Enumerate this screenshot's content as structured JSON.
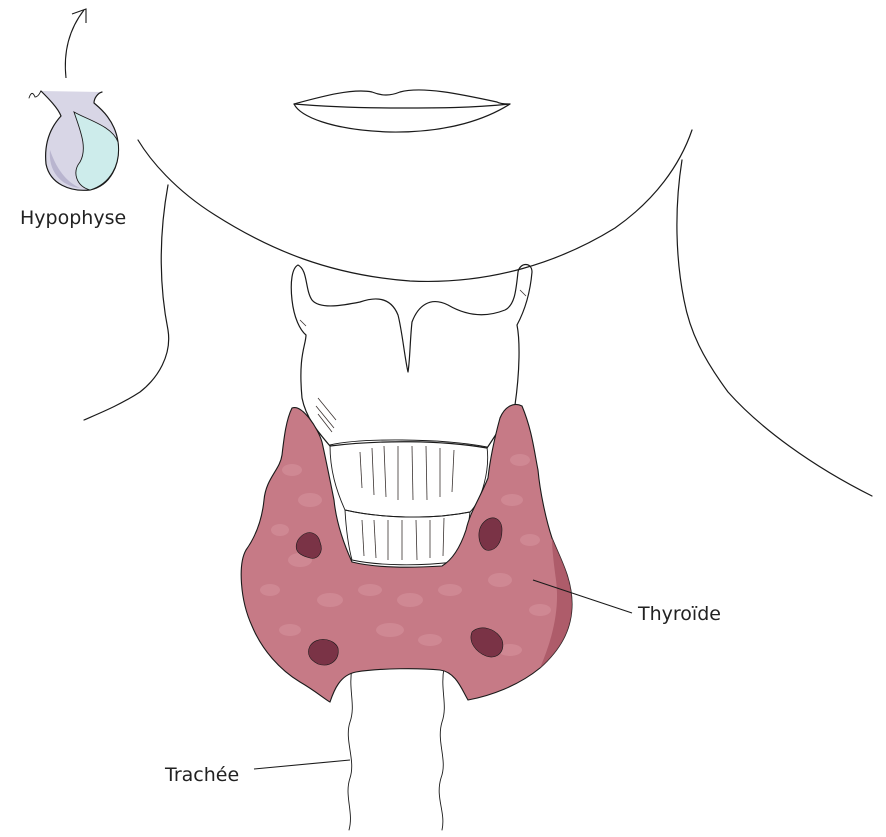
{
  "labels": {
    "pituitary": "Hypophyse",
    "thyroid": "Thyroïde",
    "trachea": "Trachée"
  },
  "colors": {
    "thyroid_fill": "#c67a86",
    "thyroid_edge": "#a85563",
    "thyroid_spot": "#7a3346",
    "cartilage_fill": "#efc69c",
    "trachea_ring": "#a69a92",
    "trachea_ring_light": "#b5aaa1",
    "pituitary_main": "#d8d6e6",
    "pituitary_lobe": "#cdeceb",
    "line": "#1a1a1a"
  }
}
